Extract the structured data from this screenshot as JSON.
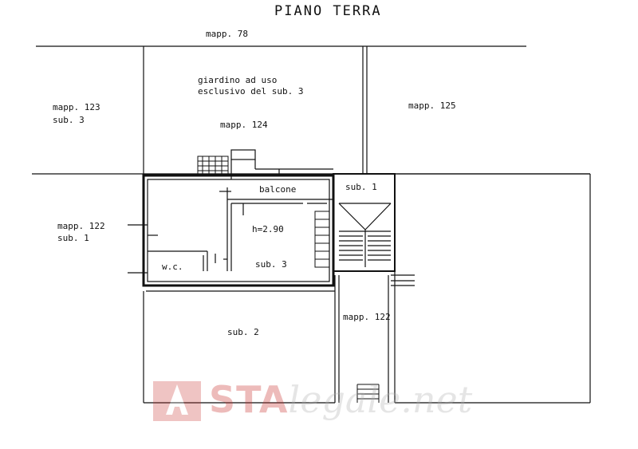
{
  "title": "PIANO TERRA",
  "labels": {
    "mapp_78": "mapp. 78",
    "giardino_line1": "giardino ad uso",
    "giardino_line2": "esclusivo del sub. 3",
    "mapp_123": "mapp. 123",
    "sub_3_left": "sub. 3",
    "mapp_124": "mapp. 124",
    "mapp_125": "mapp. 125",
    "balcone": "balcone",
    "sub_1_top": "sub. 1",
    "mapp_122_left": "mapp. 122",
    "sub_1_left": "sub. 1",
    "height": "h=2.90",
    "wc": "w.c.",
    "sub_3_unit": "sub. 3",
    "sub_2": "sub. 2",
    "mapp_122_center": "mapp. 122"
  },
  "watermark": {
    "brand_a": "A",
    "brand_sta": "STA",
    "brand_rest": "legale.net",
    "color": "#c9302c"
  }
}
